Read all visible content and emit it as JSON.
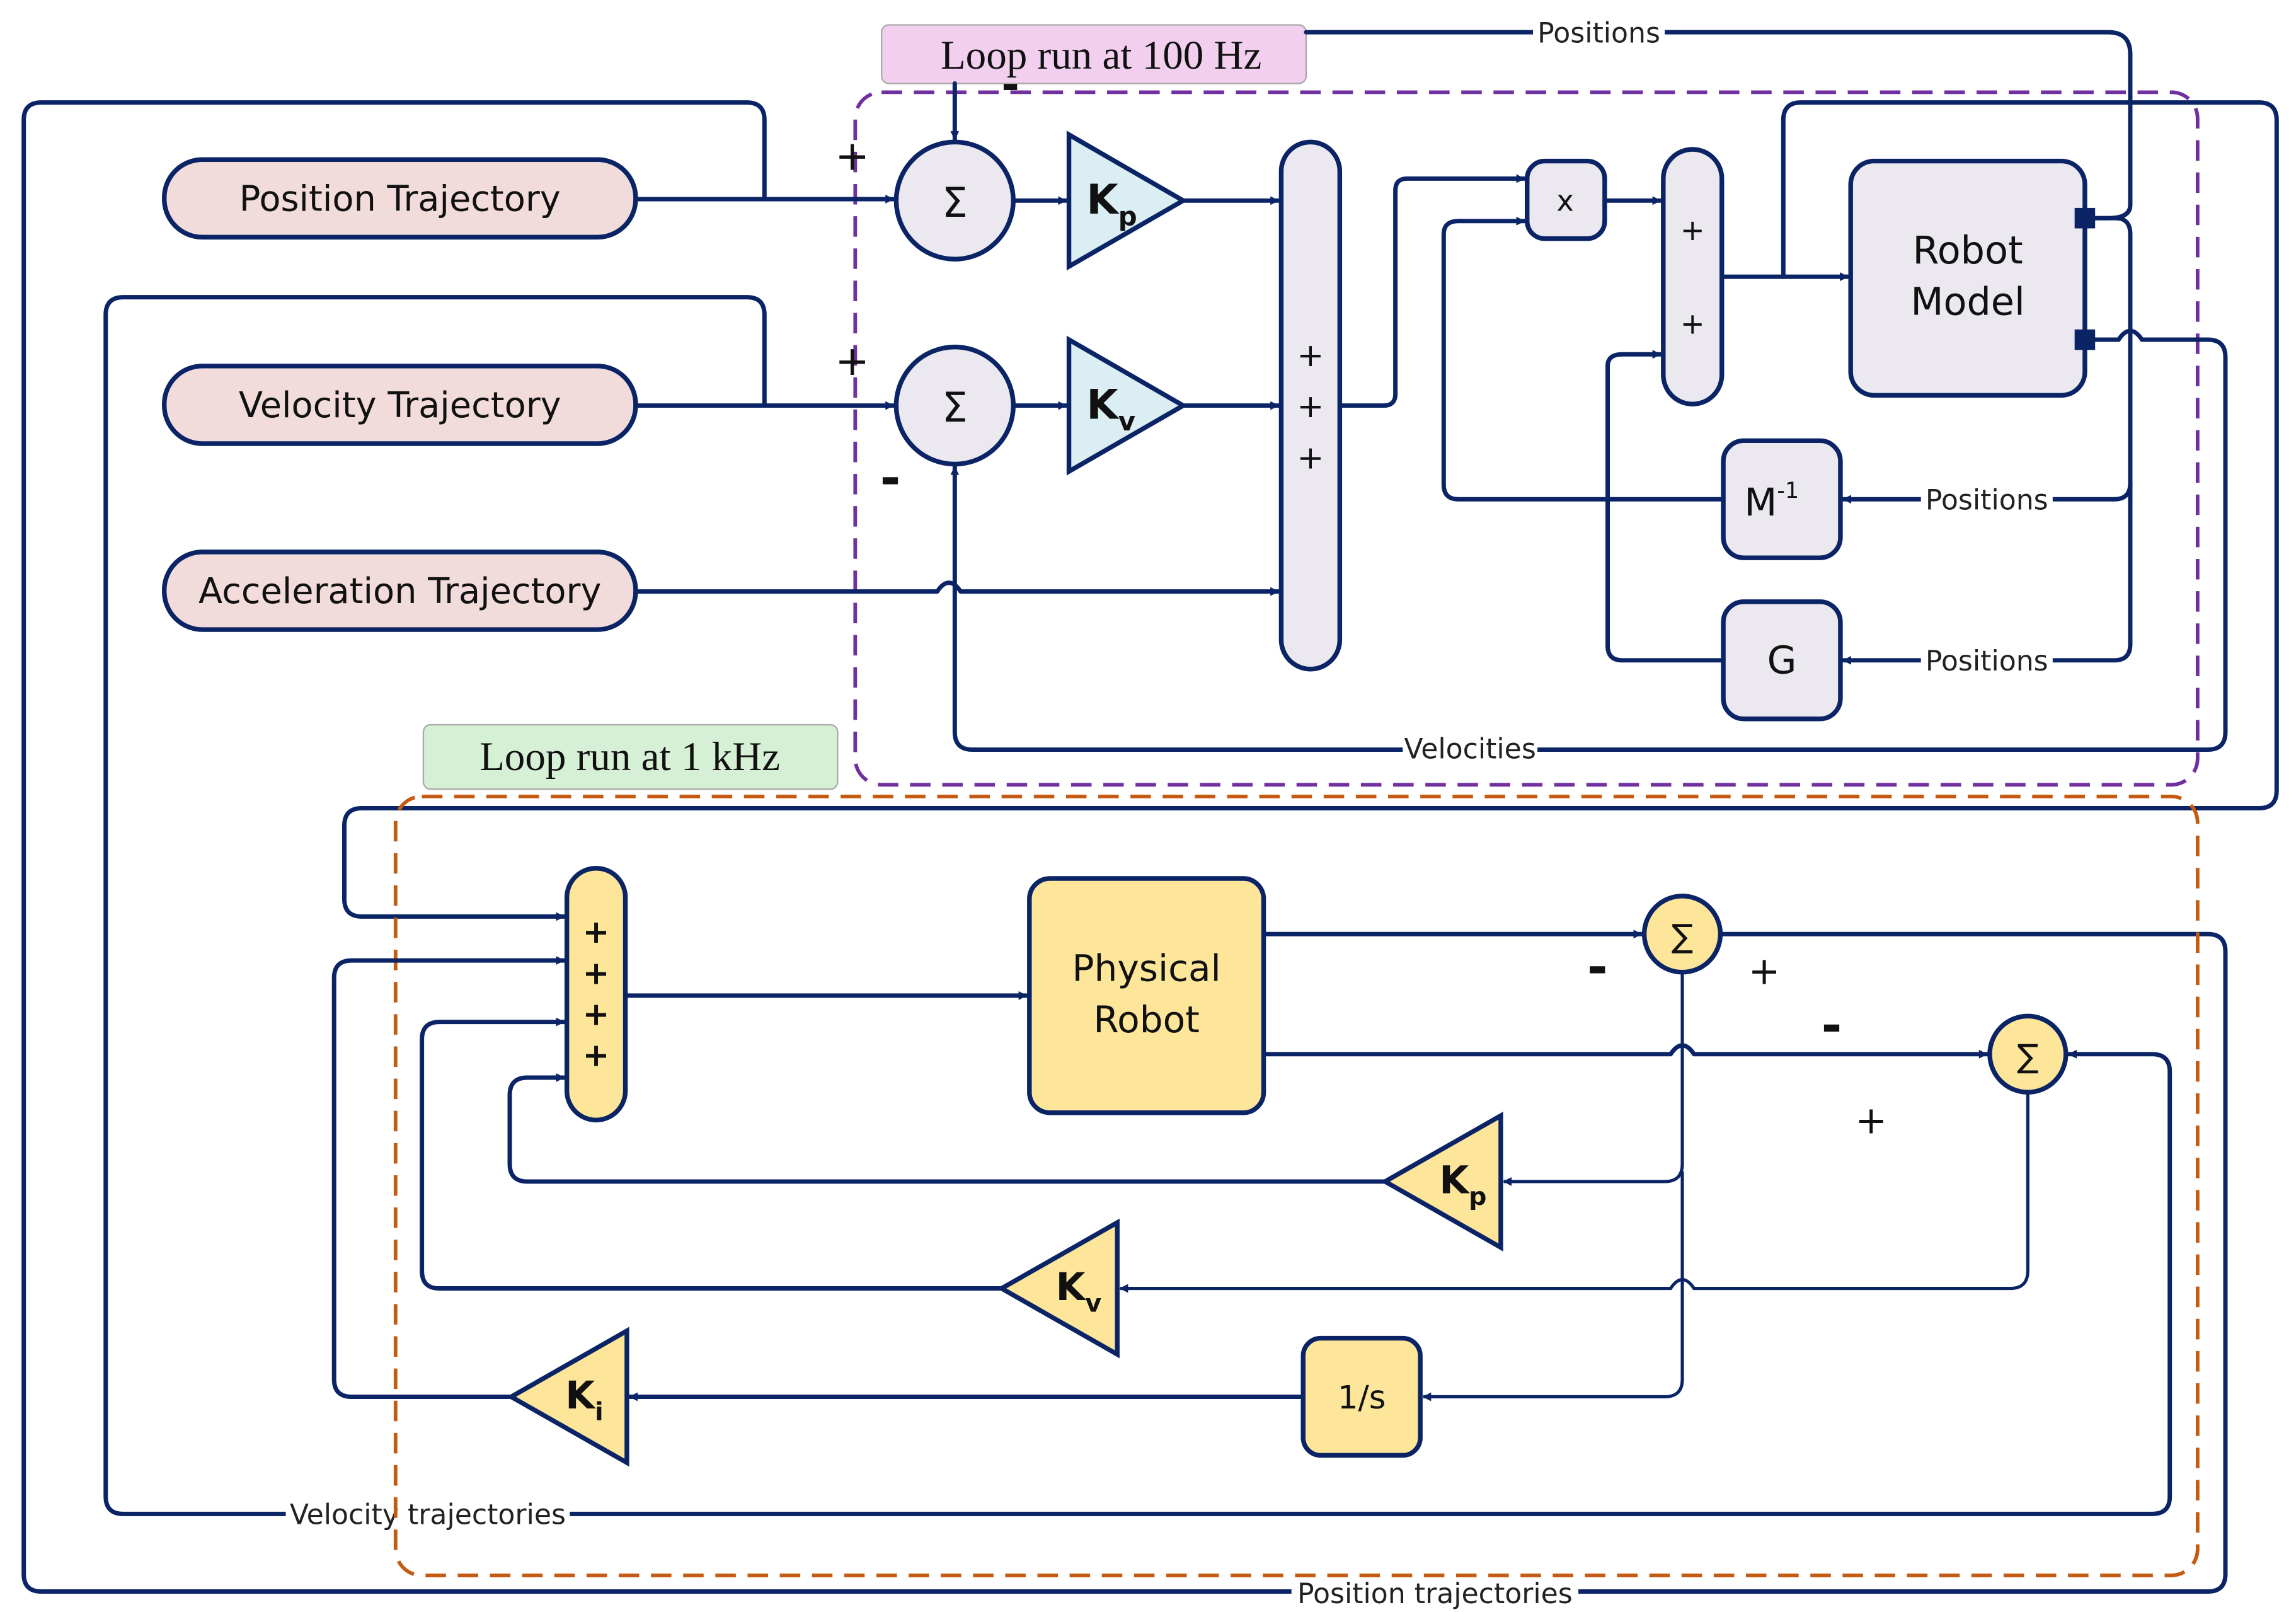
{
  "colors": {
    "wire": "#0b2466",
    "outer_loop_border": "#7030a0",
    "inner_loop_border": "#c55a11",
    "outer_loop_label_bg": "#f2cfee",
    "inner_loop_label_bg": "#d6f0d6",
    "trajectory_fill": "#f2dcdb",
    "model_block_fill": "#ebe8f0",
    "gain_fill_outer": "#dbeef4",
    "physical_fill": "#fde59a"
  },
  "outer_loop": {
    "label": "Loop run at 100 Hz",
    "trajectories": {
      "position": "Position Trajectory",
      "velocity": "Velocity Trajectory",
      "acceleration": "Acceleration Trajectory"
    },
    "sum_symbol": "Σ",
    "gains": {
      "kp_main": "K",
      "kp_sub": "p",
      "kv_main": "K",
      "kv_sub": "v"
    },
    "signs": {
      "pos_plus": "+",
      "pos_minus": "-",
      "vel_plus": "+",
      "vel_minus": "-"
    },
    "adder_signs": [
      "+",
      "+",
      "+"
    ],
    "multiply": "x",
    "adder2_signs": [
      "+",
      "+"
    ],
    "robot_model": [
      "Robot",
      "Model"
    ],
    "minv_main": "M",
    "minv_sup": "-1",
    "gravity": "G",
    "wire_labels": {
      "positions_top": "Positions",
      "positions_minv": "Positions",
      "positions_g": "Positions",
      "velocities": "Velocities"
    }
  },
  "inner_loop": {
    "label": "Loop run at 1 kHz",
    "adder_signs": [
      "+",
      "+",
      "+",
      "+"
    ],
    "physical_robot": [
      "Physical",
      "Robot"
    ],
    "sum_symbol": "∑",
    "signs": {
      "sum1_minus": "-",
      "sum1_plus": "+",
      "sum2_minus": "-",
      "sum2_plus": "+"
    },
    "gains": {
      "kp_main": "K",
      "kp_sub": "p",
      "kv_main": "K",
      "kv_sub": "v",
      "ki_main": "K",
      "ki_sub": "i"
    },
    "integrator": "1/s",
    "wire_labels": {
      "velocity_traj": "Velocity trajectories",
      "position_traj": "Position trajectories"
    }
  }
}
